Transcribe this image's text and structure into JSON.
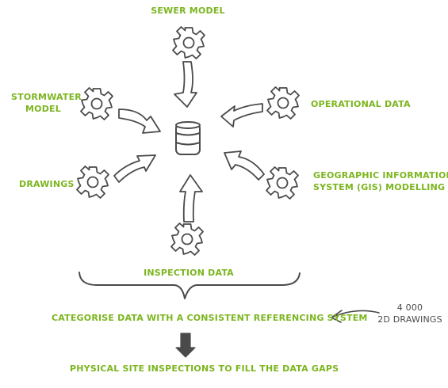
{
  "labels": {
    "sewer_model": "SEWER MODEL",
    "stormwater_model": [
      "STORMWATER",
      "MODEL"
    ],
    "operational_data": "OPERATIONAL DATA",
    "drawings": "DRAWINGS",
    "gis_modelling": [
      "GEOGRAPHIC INFORMATION",
      "SYSTEM (GIS) MODELLING"
    ],
    "inspection_data": "INSPECTION DATA",
    "categorise": "CATEGORISE DATA WITH A CONSISTENT REFERENCING SYSTEM",
    "drawings_count": [
      "4 000",
      "2D DRAWINGS"
    ],
    "site_inspections": "PHYSICAL SITE INSPECTIONS TO FILL THE DATA GAPS"
  },
  "icons": {
    "source": "gear-icon",
    "hub": "database-icon",
    "flow_arrow": "curved-arrow-icon",
    "down_arrow": "down-arrow-icon"
  },
  "colors": {
    "accent": "#7cb51f",
    "ink": "#4a4a4a"
  }
}
